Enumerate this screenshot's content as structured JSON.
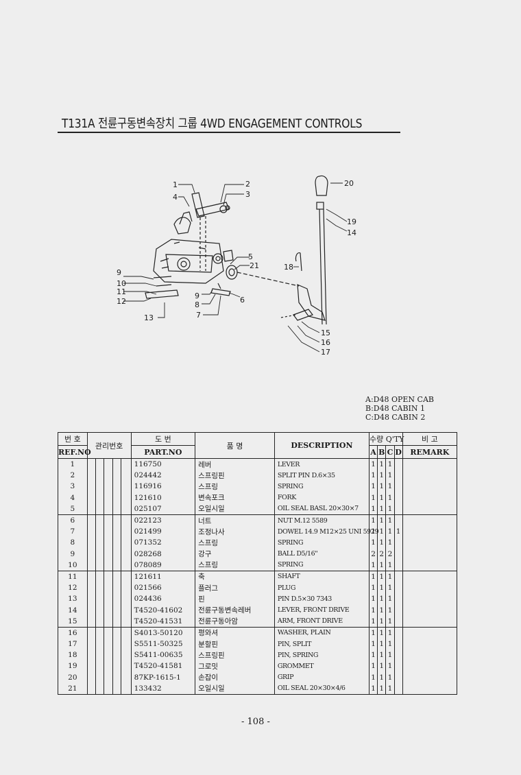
{
  "header": {
    "title": "T131A 전륜구동변속장치 그룹 4WD ENGAGEMENT CONTROLS"
  },
  "diagram": {
    "callouts": [
      "1",
      "2",
      "3",
      "4",
      "5",
      "21",
      "9",
      "10",
      "11",
      "12",
      "13",
      "9",
      "8",
      "7",
      "6",
      "20",
      "19",
      "14",
      "18",
      "15",
      "16",
      "17"
    ]
  },
  "cab_legend": [
    "A:D48 OPEN CAB",
    "B:D48 CABIN 1",
    "C:D48 CABIN 2"
  ],
  "table": {
    "headers": {
      "ref_kr": "번 호",
      "ref_en": "REF.NO",
      "mgmt": "관리번호",
      "part_kr": "도 번",
      "part_en": "PART.NO",
      "name_kr": "품 명",
      "desc": "DESCRIPTION",
      "qty_kr": "수량 Q'TY",
      "qty_cols": [
        "A",
        "B",
        "C",
        "D"
      ],
      "remark_kr": "비 고",
      "remark_en": "REMARK"
    },
    "rows": [
      {
        "ref": "1",
        "part": "116750",
        "name": "레버",
        "desc": "LEVER",
        "a": "1",
        "b": "1",
        "c": "1",
        "d": ""
      },
      {
        "ref": "2",
        "part": "024442",
        "name": "스프링핀",
        "desc": "SPLIT PIN D.6×35",
        "a": "1",
        "b": "1",
        "c": "1",
        "d": ""
      },
      {
        "ref": "3",
        "part": "116916",
        "name": "스프링",
        "desc": "SPRING",
        "a": "1",
        "b": "1",
        "c": "1",
        "d": ""
      },
      {
        "ref": "4",
        "part": "121610",
        "name": "변속포크",
        "desc": "FORK",
        "a": "1",
        "b": "1",
        "c": "1",
        "d": ""
      },
      {
        "ref": "5",
        "part": "025107",
        "name": "오일시일",
        "desc": "OIL SEAL BASL 20×30×7",
        "a": "1",
        "b": "1",
        "c": "1",
        "d": ""
      },
      {
        "ref": "6",
        "part": "022123",
        "name": "너트",
        "desc": "NUT M.12 5589",
        "a": "1",
        "b": "1",
        "c": "1",
        "d": ""
      },
      {
        "ref": "7",
        "part": "021499",
        "name": "조정나사",
        "desc": "DOWEL 14.9 M12×25 UNI 5929",
        "a": "1",
        "b": "1",
        "c": "1",
        "d": "1"
      },
      {
        "ref": "8",
        "part": "071352",
        "name": "스프링",
        "desc": "SPRING",
        "a": "1",
        "b": "1",
        "c": "1",
        "d": ""
      },
      {
        "ref": "9",
        "part": "028268",
        "name": "강구",
        "desc": "BALL D5/16\"",
        "a": "2",
        "b": "2",
        "c": "2",
        "d": ""
      },
      {
        "ref": "10",
        "part": "078089",
        "name": "스프링",
        "desc": "SPRING",
        "a": "1",
        "b": "1",
        "c": "1",
        "d": ""
      },
      {
        "ref": "11",
        "part": "121611",
        "name": "축",
        "desc": "SHAFT",
        "a": "1",
        "b": "1",
        "c": "1",
        "d": ""
      },
      {
        "ref": "12",
        "part": "021566",
        "name": "플러그",
        "desc": "PLUG",
        "a": "1",
        "b": "1",
        "c": "1",
        "d": ""
      },
      {
        "ref": "13",
        "part": "024436",
        "name": "핀",
        "desc": "PIN D.5×30 7343",
        "a": "1",
        "b": "1",
        "c": "1",
        "d": ""
      },
      {
        "ref": "14",
        "part": "T4520-41602",
        "name": "전륜구동변속레버",
        "desc": "LEVER, FRONT DRIVE",
        "a": "1",
        "b": "1",
        "c": "1",
        "d": ""
      },
      {
        "ref": "15",
        "part": "T4520-41531",
        "name": "전륜구동아암",
        "desc": "ARM, FRONT DRIVE",
        "a": "1",
        "b": "1",
        "c": "1",
        "d": ""
      },
      {
        "ref": "16",
        "part": "S4013-50120",
        "name": "평와셔",
        "desc": "WASHER, PLAIN",
        "a": "1",
        "b": "1",
        "c": "1",
        "d": ""
      },
      {
        "ref": "17",
        "part": "S5511-50325",
        "name": "분할핀",
        "desc": "PIN, SPLIT",
        "a": "1",
        "b": "1",
        "c": "1",
        "d": ""
      },
      {
        "ref": "18",
        "part": "S5411-00635",
        "name": "스프링핀",
        "desc": "PIN, SPRING",
        "a": "1",
        "b": "1",
        "c": "1",
        "d": ""
      },
      {
        "ref": "19",
        "part": "T4520-41581",
        "name": "그로밋",
        "desc": "GROMMET",
        "a": "1",
        "b": "1",
        "c": "1",
        "d": ""
      },
      {
        "ref": "20",
        "part": "87KP-1615-1",
        "name": "손잡이",
        "desc": "GRIP",
        "a": "1",
        "b": "1",
        "c": "1",
        "d": ""
      },
      {
        "ref": "21",
        "part": "133432",
        "name": "오일시일",
        "desc": "OIL SEAL 20×30×4/6",
        "a": "1",
        "b": "1",
        "c": "1",
        "d": ""
      }
    ]
  },
  "footer": {
    "page": "- 108 -"
  }
}
